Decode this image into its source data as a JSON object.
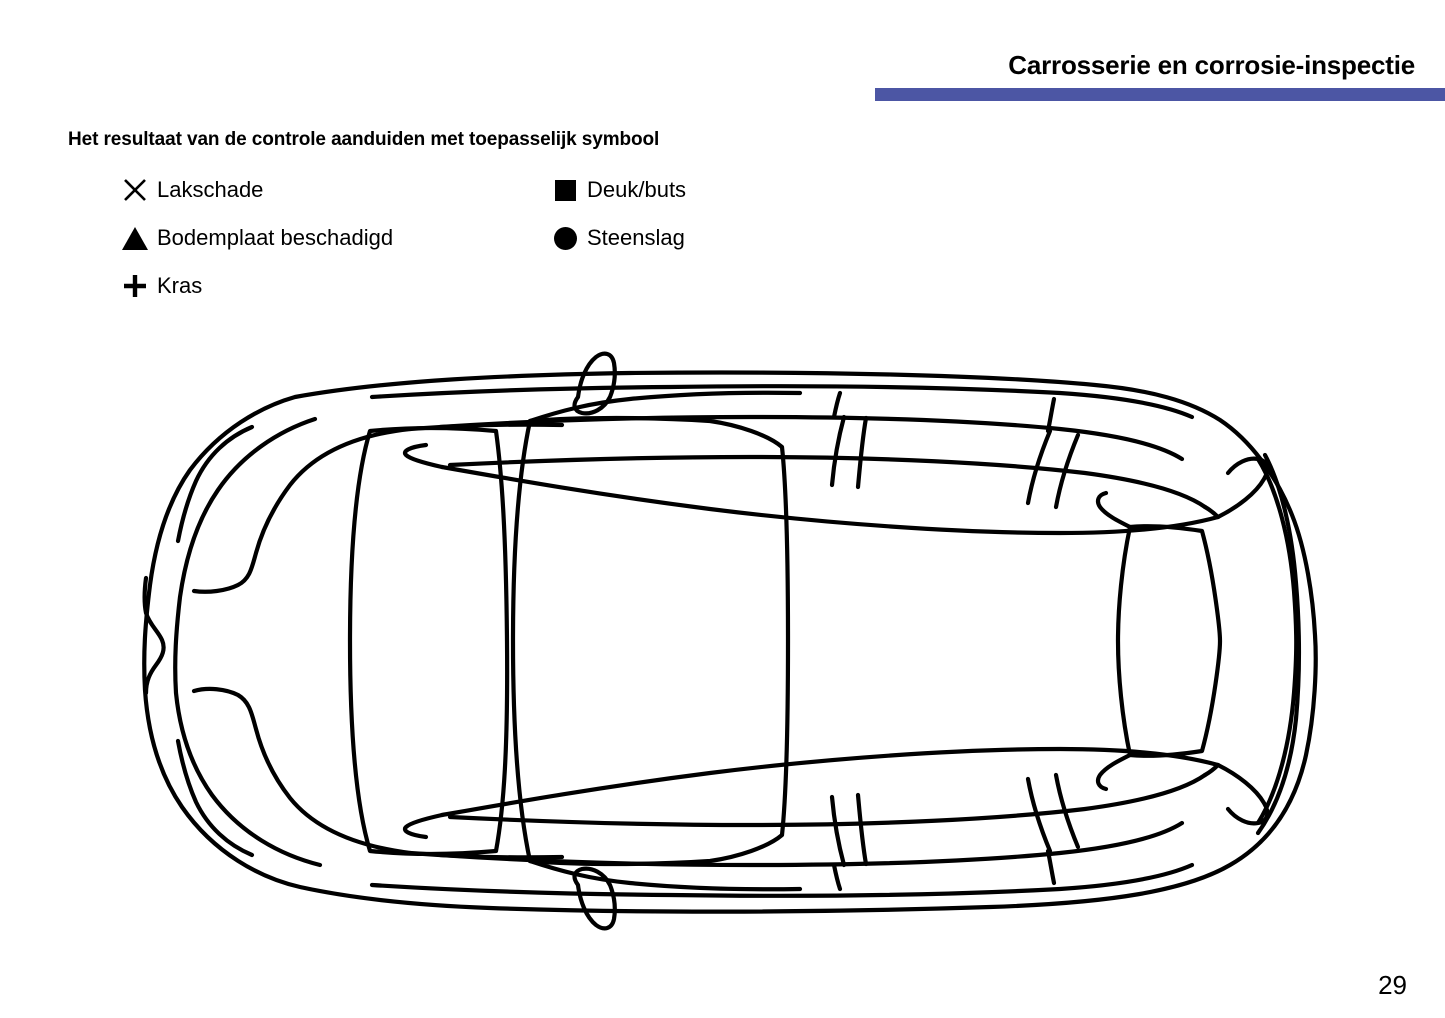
{
  "header": {
    "title": "Carrosserie en corrosie-inspectie",
    "rule_color": "#4c56a4"
  },
  "legend": {
    "heading": "Het resultaat van de controle aanduiden met toepasselijk symbool",
    "left_items": [
      {
        "symbol": "cross-symbol",
        "label": "Lakschade"
      },
      {
        "symbol": "triangle-symbol",
        "label": "Bodemplaat beschadigd"
      },
      {
        "symbol": "plus-symbol",
        "label": "Kras"
      }
    ],
    "right_items": [
      {
        "symbol": "square-symbol",
        "label": "Deuk/buts"
      },
      {
        "symbol": "circle-symbol",
        "label": "Steenslag"
      }
    ]
  },
  "diagram": {
    "name": "car-top-view-outline",
    "description": "Line drawing of a car seen from above",
    "stroke_color": "#000000",
    "fill_color": "#ffffff"
  },
  "footer": {
    "page_number": "29"
  }
}
